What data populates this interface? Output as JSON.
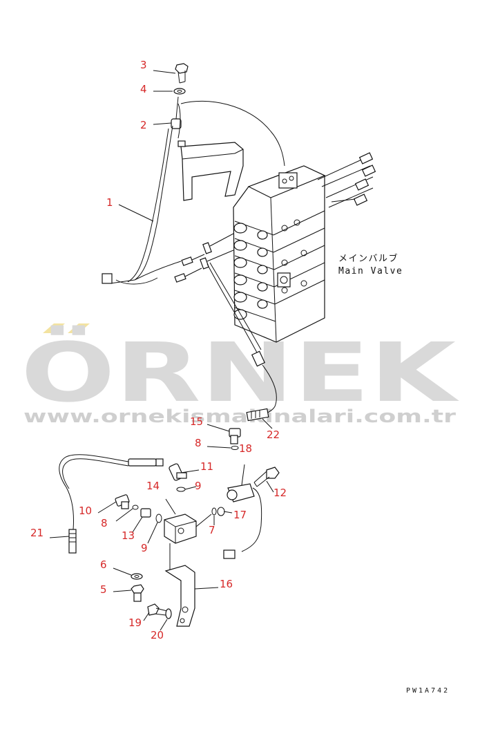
{
  "main_valve": {
    "label_jp": "メインバルブ",
    "label_en": "Main Valve"
  },
  "drawing_number": "PW1A742",
  "callouts": [
    "3",
    "4",
    "2",
    "1",
    "22",
    "15",
    "8",
    "18",
    "11",
    "9",
    "14",
    "12",
    "10",
    "8",
    "13",
    "9",
    "7",
    "17",
    "21",
    "6",
    "5",
    "16",
    "19",
    "20"
  ],
  "watermark": {
    "brand": "ÖRNEK",
    "url": "www.ornekismakinalari.com.tr",
    "accent_color": "#f3e3a0",
    "text_color": "#d9d9d9"
  },
  "colors": {
    "callout": "#d62828",
    "line": "#111111"
  }
}
